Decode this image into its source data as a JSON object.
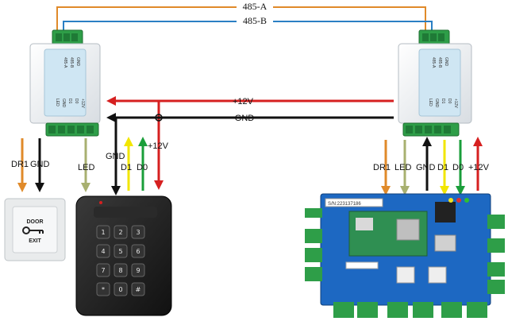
{
  "bus": {
    "line_a": "485-A",
    "line_b": "485-B",
    "colors": {
      "a": "#e08a2a",
      "b": "#2b7fc4"
    }
  },
  "power": {
    "plus12": "+12V",
    "gnd": "GND",
    "colors": {
      "plus12": "#d62020",
      "gnd": "#111111"
    }
  },
  "converter_left": {
    "pins_top": [
      "GND",
      "485-B",
      "485-A"
    ],
    "pins_bottom": [
      "+12V",
      "D0",
      "D1",
      "GND",
      "LED"
    ]
  },
  "converter_right": {
    "pins_top": [
      "GND",
      "485-B",
      "485-A"
    ],
    "pins_bottom": [
      "+12V",
      "D0",
      "D1",
      "GND",
      "LED"
    ]
  },
  "left_signals": {
    "dr1": "DR1",
    "gnd": "GND",
    "led": "LED",
    "reader_gnd": "GND",
    "reader_d1": "D1",
    "reader_d0": "D0",
    "reader_plus12": "+12V"
  },
  "right_signals": {
    "dr1": "DR1",
    "led": "LED",
    "gnd": "GND",
    "d1": "D1",
    "d0": "D0",
    "plus12": "+12V"
  },
  "exit_button": {
    "line1": "DOOR",
    "line2": "EXIT"
  },
  "keypad": {
    "keys": [
      "1",
      "2",
      "3",
      "4",
      "5",
      "6",
      "7",
      "8",
      "9",
      "*",
      "0",
      "#"
    ]
  },
  "controller": {
    "sn_label": "S/N:223137186"
  },
  "arrow_colors": {
    "orange": "#e08a2a",
    "black": "#111111",
    "olive": "#a8b070",
    "yellow": "#f2e600",
    "green": "#1a9e3a",
    "red": "#d62020"
  }
}
